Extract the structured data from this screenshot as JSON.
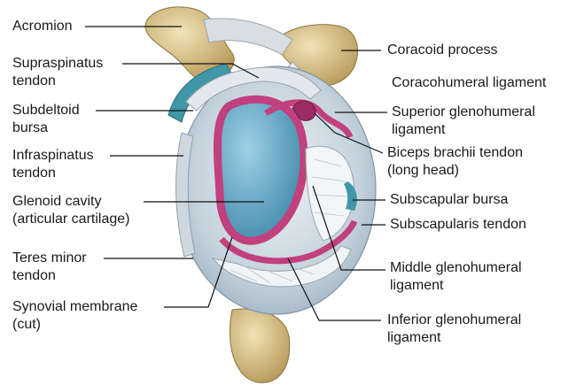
{
  "diagram": {
    "labels_left": [
      {
        "id": "acromion",
        "lines": [
          "Acromion"
        ]
      },
      {
        "id": "supraspinatus",
        "lines": [
          "Supraspinatus",
          "tendon"
        ]
      },
      {
        "id": "subdeltoid",
        "lines": [
          "Subdeltoid",
          "bursa"
        ]
      },
      {
        "id": "infraspinatus",
        "lines": [
          "Infraspinatus",
          "tendon"
        ]
      },
      {
        "id": "glenoid",
        "lines": [
          "Glenoid cavity",
          "(articular cartilage)"
        ]
      },
      {
        "id": "teres",
        "lines": [
          "Teres minor",
          "tendon"
        ]
      },
      {
        "id": "synovial",
        "lines": [
          "Synovial membrane",
          "(cut)"
        ]
      }
    ],
    "labels_right": [
      {
        "id": "coracoid",
        "lines": [
          "Coracoid process"
        ]
      },
      {
        "id": "coracohumeral",
        "lines": [
          "Coracohumeral ligament"
        ]
      },
      {
        "id": "superior",
        "lines": [
          "Superior glenohumeral",
          "ligament"
        ]
      },
      {
        "id": "biceps",
        "lines": [
          "Biceps brachii tendon",
          "(long head)"
        ]
      },
      {
        "id": "subscap-bursa",
        "lines": [
          "Subscapular bursa"
        ]
      },
      {
        "id": "subscap-tendon",
        "lines": [
          "Subscapularis tendon"
        ]
      },
      {
        "id": "middle",
        "lines": [
          "Middle glenohumeral",
          "ligament"
        ]
      },
      {
        "id": "inferior",
        "lines": [
          "Inferior glenohumeral",
          "ligament"
        ]
      }
    ]
  },
  "colors": {
    "bone": "#d8c08a",
    "capsule": "#c9d6df",
    "cartilage": "#5aa3c4",
    "synovial": "#c0417d",
    "bursa": "#3f97a8"
  }
}
